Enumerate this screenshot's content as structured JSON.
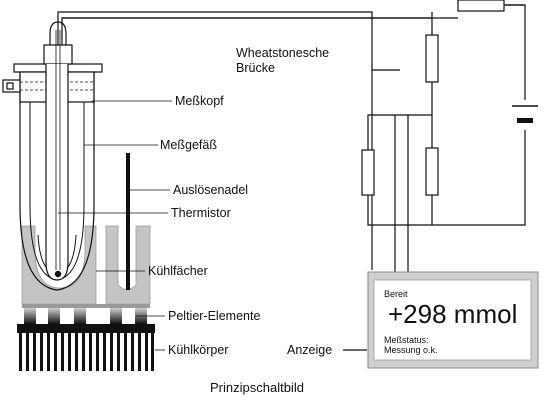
{
  "caption": "Prinzipschaltbild",
  "labels": {
    "messkopf": "Meßkopf",
    "messgefaess": "Meßgefäß",
    "ausloesenadel": "Auslösenadel",
    "thermistor": "Thermistor",
    "kuehlfaecher": "Kühlfächer",
    "peltier": "Peltier-Elemente",
    "kuehlkoerper": "Kühlkörper",
    "anzeige": "Anzeige",
    "bruecke_line1": "Wheatstonesche",
    "bruecke_line2": "Brücke"
  },
  "display": {
    "status": "Bereit",
    "value": "+298 mmol",
    "messstatus_label": "Meßstatus:",
    "messstatus_value": "Messung o.k."
  }
}
